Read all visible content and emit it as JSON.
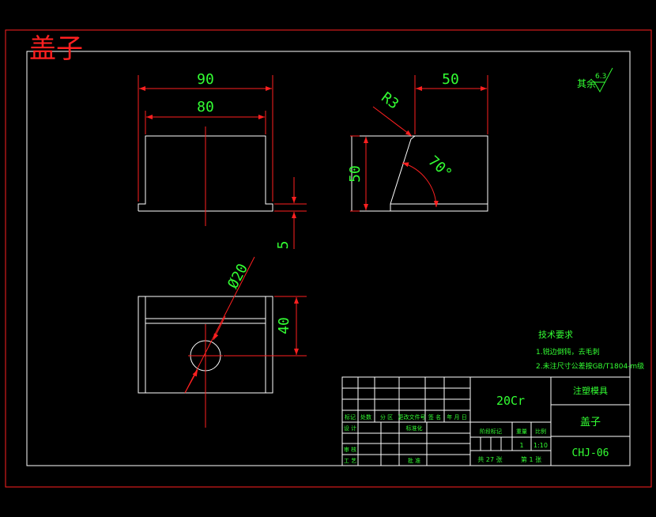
{
  "drawing_title": "盖子",
  "dimensions": {
    "width_overall": "90",
    "width_inner": "80",
    "side_width": "50",
    "radius": "R3",
    "height": "50",
    "angle": "70°",
    "wall_thickness": "5",
    "hole_diameter": "Ø20",
    "hole_offset": "40"
  },
  "surface_finish": {
    "label": "其余",
    "value": "6.3"
  },
  "technical_requirements": {
    "title": "技术要求",
    "items": [
      "1.锐边倒钝，去毛刺",
      "2.未注尺寸公差按GB/T1804-m级"
    ]
  },
  "title_block": {
    "material": "20Cr",
    "project": "注塑模具",
    "part_name": "盖子",
    "drawing_no": "CHJ-06",
    "scale_label": "比例",
    "scale": "1:10",
    "weight_label": "重量",
    "quantity": "1",
    "stage_label": "阶段标记",
    "sheets_total": "共 27 张",
    "sheet_no": "第 1 张",
    "header_cells": [
      "标记",
      "处数",
      "分 区",
      "更改文件号",
      "签 名",
      "年 月 日"
    ],
    "design_label": "设 计",
    "standard_label": "标准化",
    "review_label": "审 核",
    "process_label": "工 艺",
    "approve_label": "批 准"
  },
  "colors": {
    "background": "#000000",
    "border": "#ff2020",
    "geometry": "#ffffff",
    "dimension": "#ff2020",
    "text": "#33ff33"
  }
}
